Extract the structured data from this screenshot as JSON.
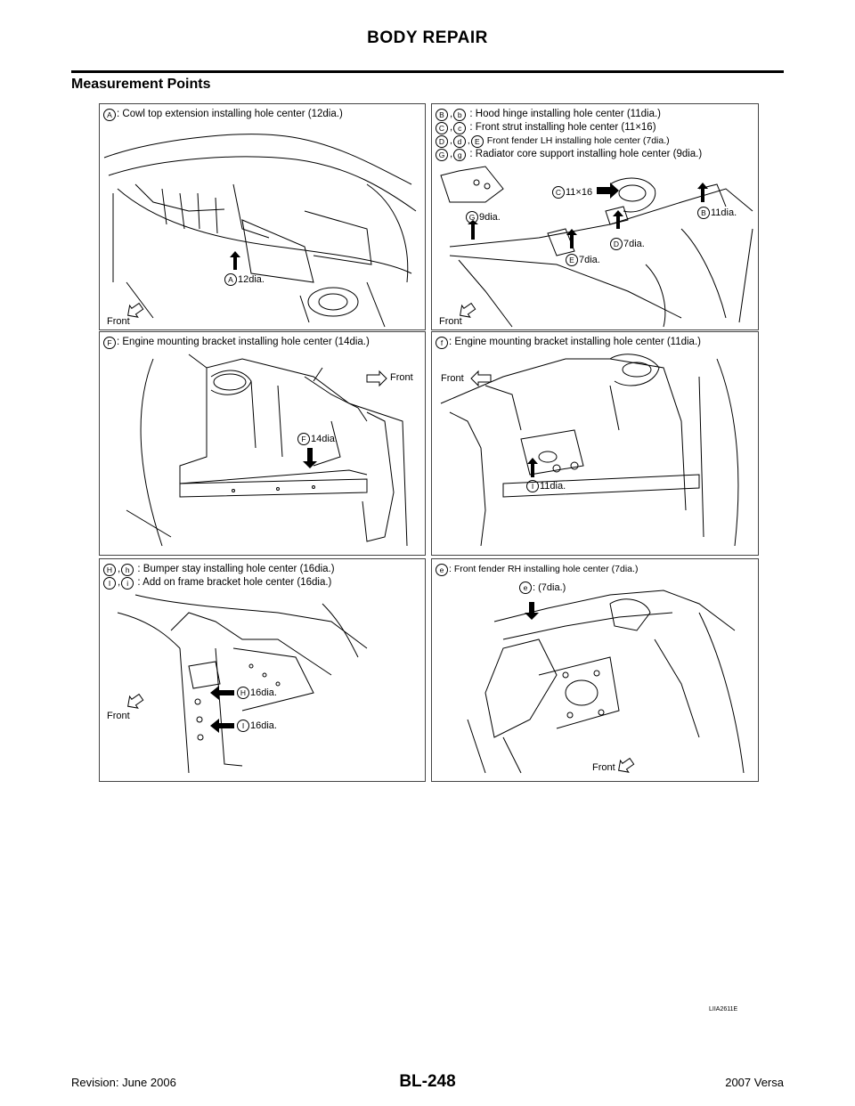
{
  "header": {
    "title": "BODY REPAIR"
  },
  "section": {
    "title": "Measurement Points"
  },
  "panels": [
    {
      "legend": [
        {
          "codes": [
            "A"
          ],
          "text": ": Cowl top extension installing hole center (12dia.)"
        }
      ],
      "callouts": [
        {
          "code": "A",
          "text": "12dia."
        }
      ],
      "front": "Front"
    },
    {
      "legend": [
        {
          "codes": [
            "B",
            "b"
          ],
          "text": ": Hood hinge installing hole center (11dia.)"
        },
        {
          "codes": [
            "C",
            "c"
          ],
          "text": ": Front strut installing hole center (11×16)"
        },
        {
          "codes": [
            "D",
            "d",
            "E"
          ],
          "text": "Front fender LH installing hole center (7dia.)"
        },
        {
          "codes": [
            "G",
            "g"
          ],
          "text": ": Radiator core support installing hole center (9dia.)"
        }
      ],
      "callouts": [
        {
          "code": "C",
          "text": "11×16"
        },
        {
          "code": "B",
          "text": "11dia."
        },
        {
          "code": "G",
          "text": "9dia."
        },
        {
          "code": "D",
          "text": "7dia."
        },
        {
          "code": "E",
          "text": "7dia."
        }
      ],
      "front": "Front"
    },
    {
      "legend": [
        {
          "codes": [
            "F"
          ],
          "text": ": Engine mounting bracket installing hole center (14dia.)"
        }
      ],
      "callouts": [
        {
          "code": "F",
          "text": "14dia."
        }
      ],
      "front": "Front"
    },
    {
      "legend": [
        {
          "codes": [
            "f"
          ],
          "text": ": Engine mounting bracket installing hole center (11dia.)"
        }
      ],
      "callouts": [
        {
          "code": "I",
          "text": "11dia."
        }
      ],
      "front": "Front"
    },
    {
      "legend": [
        {
          "codes": [
            "H",
            "h"
          ],
          "text": ": Bumper stay installing hole center (16dia.)"
        },
        {
          "codes": [
            "I",
            "i"
          ],
          "text": ": Add on frame bracket hole center (16dia.)"
        }
      ],
      "callouts": [
        {
          "code": "H",
          "text": "16dia."
        },
        {
          "code": "I",
          "text": "16dia."
        }
      ],
      "front": "Front"
    },
    {
      "legend": [
        {
          "codes": [
            "e"
          ],
          "text": ": Front fender RH installing hole center (7dia.)"
        }
      ],
      "callouts": [
        {
          "code": "e",
          "text": ": (7dia.)"
        }
      ],
      "front": "Front"
    }
  ],
  "figure_code": "LIIA2611E",
  "footer": {
    "revision": "Revision: June 2006",
    "page": "BL-248",
    "model": "2007 Versa"
  }
}
